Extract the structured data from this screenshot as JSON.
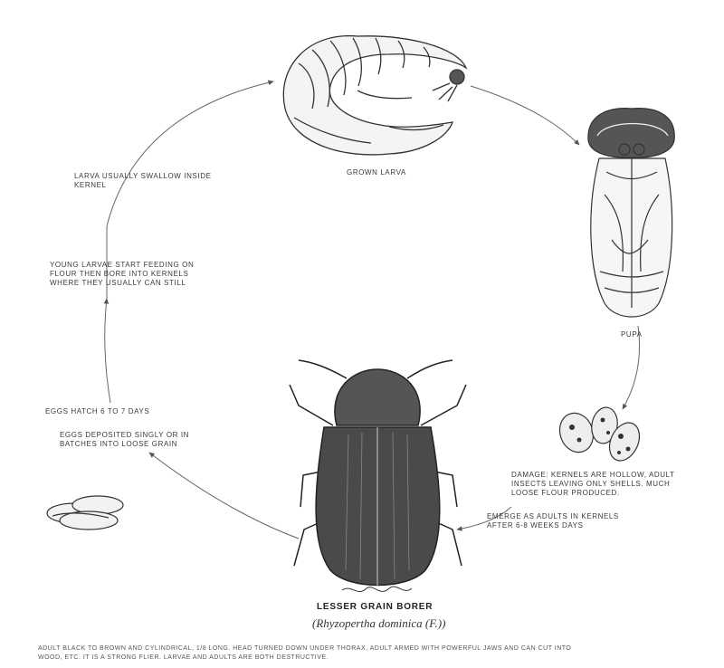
{
  "labels": {
    "grown_larva": "GROWN LARVA",
    "pupa": "PUPA",
    "larva_usually": "LARVA USUALLY SWALLOW INSIDE\nKERNEL",
    "young_larvae": "YOUNG LARVAE START FEEDING ON\nFLOUR THEN BORE INTO KERNELS\nWHERE THEY USUALLY CAN STILL",
    "eggs_hatch": "EGGS HATCH 6 TO 7 DAYS",
    "eggs_deposited": "EGGS DEPOSITED SINGLY OR IN\nBATCHES INTO LOOSE GRAIN",
    "damage": "DAMAGE: KERNELS ARE HOLLOW, ADULT\nINSECTS LEAVING ONLY SHELLS. MUCH\nLOOSE FLOUR PRODUCED.",
    "emerge": "EMERGE AS ADULTS IN KERNELS\nAFTER 6-8 WEEKS DAYS",
    "species_title": "LESSER GRAIN BORER",
    "species_sci": "(Rhyzopertha dominica (F.))",
    "caption": "ADULT BLACK TO BROWN AND CYLINDRICAL, 1/8 LONG. HEAD TURNED DOWN UNDER THORAX. ADULT ARMED WITH POWERFUL JAWS AND CAN CUT INTO\nWOOD, ETC. IT IS A STRONG FLIER. LARVAE AND ADULTS ARE BOTH DESTRUCTIVE."
  },
  "images": {
    "larva": "grown-larva-drawing",
    "pupa": "pupa-drawing",
    "beetle": "adult-beetle-drawing",
    "damaged_kernels": "damaged-kernels-drawing",
    "eggs": "eggs-drawing",
    "signature": "artist-signature"
  }
}
